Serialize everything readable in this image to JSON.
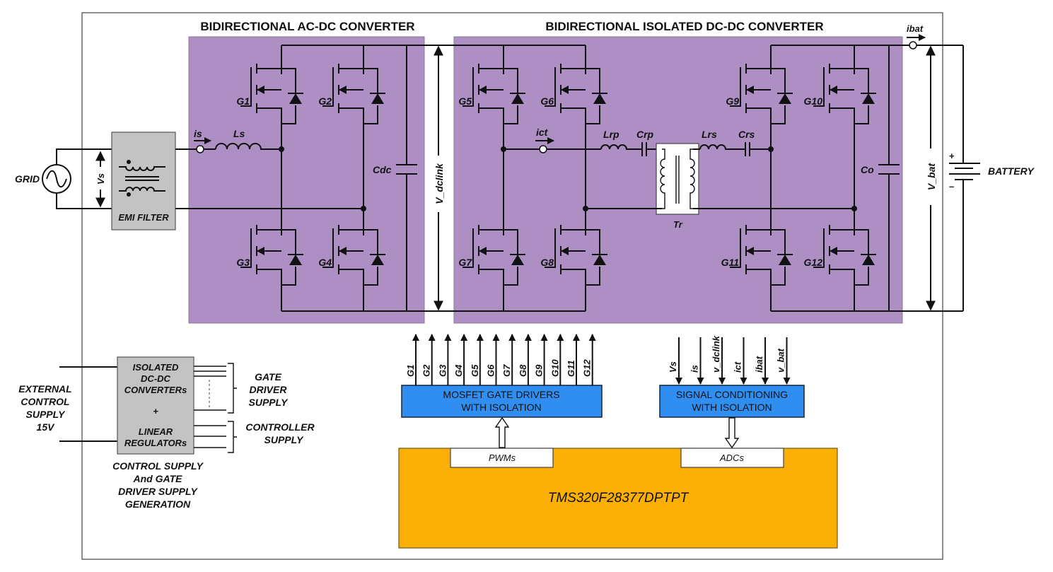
{
  "titles": {
    "ac_dc": "BIDIRECTIONAL AC-DC CONVERTER",
    "dc_dc": "BIDIRECTIONAL ISOLATED DC-DC CONVERTER"
  },
  "grid": {
    "label": "GRID",
    "voltage": "Vs"
  },
  "emi_filter": {
    "label": "EMI FILTER"
  },
  "ac_dc": {
    "current": "is",
    "inductor": "Ls",
    "capacitor": "Cdc",
    "switches": [
      "G1",
      "G2",
      "G3",
      "G4"
    ]
  },
  "dclink": {
    "label": "V_dclink"
  },
  "dc_dc": {
    "current": "ict",
    "primary_inductor": "Lrp",
    "primary_capacitor": "Crp",
    "secondary_inductor": "Lrs",
    "secondary_capacitor": "Crs",
    "transformer": "Tr",
    "output_capacitor": "Co",
    "switches": [
      "G5",
      "G6",
      "G7",
      "G8",
      "G9",
      "G10",
      "G11",
      "G12"
    ]
  },
  "battery": {
    "label": "BATTERY",
    "current": "ibat",
    "voltage": "V_bat",
    "plus": "+",
    "minus": "–"
  },
  "supply": {
    "external_lines": [
      "EXTERNAL",
      "CONTROL",
      "SUPPLY",
      "15V"
    ],
    "box_lines": [
      "ISOLATED",
      "DC-DC",
      "CONVERTERs",
      "+",
      "LINEAR",
      "REGULATORs"
    ],
    "gate_driver_lines": [
      "GATE",
      "DRIVER",
      "SUPPLY"
    ],
    "controller_lines": [
      "CONTROLLER",
      "SUPPLY"
    ],
    "caption_lines": [
      "CONTROL SUPPLY",
      "And GATE",
      "DRIVER SUPPLY",
      "GENERATION"
    ]
  },
  "gate_drivers": {
    "title_lines": [
      "MOSFET GATE DRIVERS",
      "WITH ISOLATION"
    ],
    "outputs": [
      "G1",
      "G2",
      "G3",
      "G4",
      "G5",
      "G6",
      "G7",
      "G8",
      "G9",
      "G10",
      "G11",
      "G12"
    ]
  },
  "signal_conditioning": {
    "title_lines": [
      "SIGNAL CONDITIONING",
      "WITH ISOLATION"
    ],
    "inputs": [
      "Vs",
      "is",
      "v_dclink",
      "ict",
      "ibat",
      "v_bat"
    ]
  },
  "controller": {
    "name": "TMS320F28377DPTPT",
    "pwm_label": "PWMs",
    "adc_label": "ADCs"
  },
  "colors": {
    "converter_fill": "#ad8fc3",
    "filter_fill": "#c3c3c3",
    "driver_fill": "#2f8ef0",
    "controller_fill": "#fbaf05"
  }
}
